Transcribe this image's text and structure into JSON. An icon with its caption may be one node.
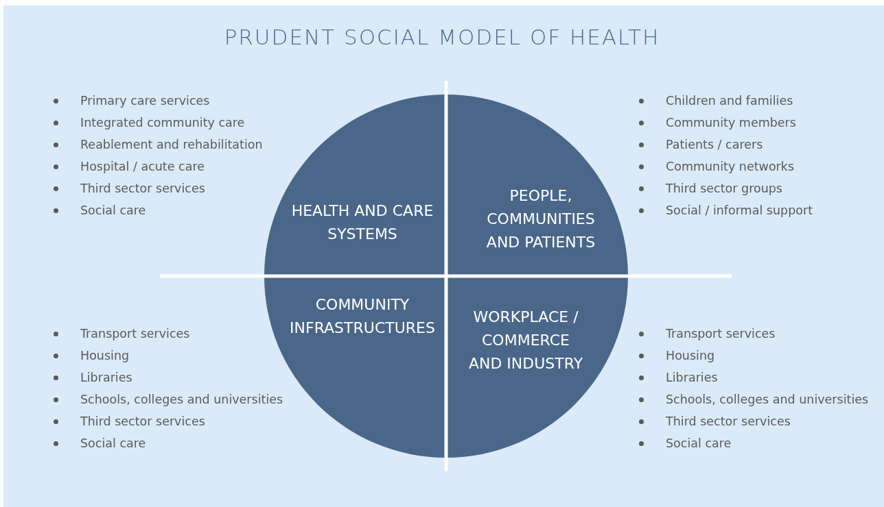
{
  "diagram": {
    "title": "PRUDENT SOCIAL MODEL OF HEALTH",
    "nodes": [
      {
        "text": [
          "HEALTH AND CARE SYSTEMS"
        ],
        "beside": [
          "Primary care services",
          "Integrated community care",
          "Reablement and rehabilitation",
          "Hospital / acute care",
          "Third sector services",
          "Social care"
        ]
      },
      {
        "text": [
          "PEOPLE, COMMUNITIES AND PATIENTS"
        ],
        "beside": [
          "Children and families",
          "Community members",
          "Patients / carers",
          "Community networks",
          "Third sector groups",
          "Social / informal support"
        ]
      },
      {
        "text": [
          "COMMUNITY INFRASTRUCTURES"
        ],
        "beside": [
          "Transport services",
          "Housing",
          "Libraries",
          "Schools, colleges and universities",
          "Third sector services",
          "Social care"
        ]
      },
      {
        "text": [
          "WORKPLACE / COMMERCE AND INDUSTRY"
        ],
        "beside": [
          "Transport services",
          "Housing",
          "Libraries",
          "Schools, colleges and universities",
          "Third sector services",
          "Social care"
        ]
      }
    ]
  }
}
